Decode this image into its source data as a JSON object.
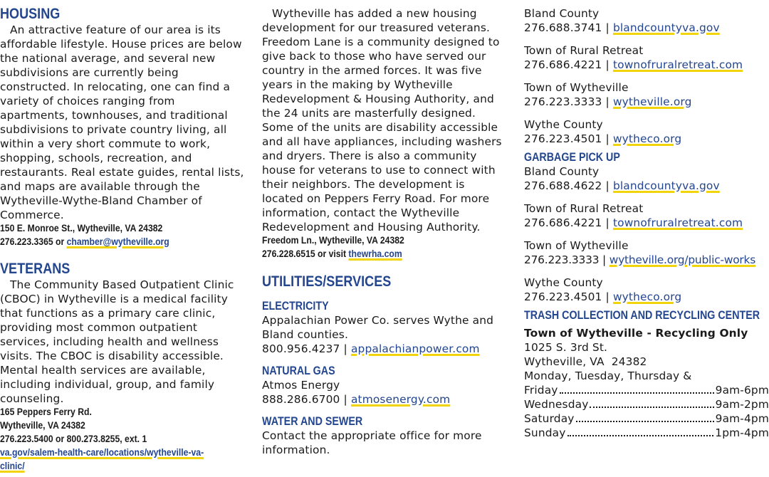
{
  "housing": {
    "heading": "HOUSING",
    "body": "An attractive feature of our area is its affordable lifestyle. House prices are below the national average, and several new subdivisions are currently being constructed. In relocating, one can find a variety of choices ranging from apartments, townhouses, and traditional subdivisions to private country living, all within a very short commute to work, shopping, schools, recreation, and restaurants. Real estate guides, rental lists, and maps are available through the Wytheville-Wythe-Bland Chamber of Commerce.",
    "address": "150 E. Monroe St., Wytheville, VA 24382",
    "phone_prefix": "276.223.3365 or",
    "email": "chamber@wytheville.org"
  },
  "veterans": {
    "heading": "VETERANS",
    "body": "The Community Based Outpatient Clinic (CBOC) in Wytheville is a medical facility that functions as a primary care clinic, providing most common outpatient services, including health and wellness visits. The CBOC is disability accessible. Mental health services are available, including individual, group, and family counseling.",
    "address_line1": "165 Peppers Ferry Rd.",
    "address_line2": "Wytheville, VA 24382",
    "phone": "276.223.5400 or 800.273.8255, ext. 1",
    "url_line1": "va.gov/salem-health-care/locations/wytheville-va-",
    "url_line2": "clinic/"
  },
  "freedom_lane": {
    "body": "Wytheville has added a new housing development for our treasured veterans. Freedom Lane is a community designed to give back to those who have served our country in the armed forces. It was five years in the making by Wytheville Redevelopment & Housing Authority, and the 24 units are masterfully designed. Some of the units are disability accessible and all have appliances, including washers and dryers. There is also a community house for veterans to use to connect with their neighbors. The development is located on Peppers Ferry Road. For more information, contact the Wytheville Redevelopment and Housing Authority.",
    "address": "Freedom Ln., Wytheville, VA 24382",
    "phone_prefix": "276.228.6515 or visit",
    "url": "thewrha.com"
  },
  "utilities": {
    "heading": "UTILITIES/SERVICES",
    "electricity": {
      "heading": "ELECTRICITY",
      "body": "Appalachian Power Co. serves Wythe and Bland counties.",
      "phone": "800.956.4237 |",
      "url": "appalachianpower.com"
    },
    "gas": {
      "heading": "NATURAL GAS",
      "name": "Atmos Energy",
      "phone": "888.286.6700 |",
      "url": "atmosenergy.com"
    },
    "water": {
      "heading": "WATER AND SEWER",
      "body": "Contact the appropriate office for more information."
    }
  },
  "water_contacts": [
    {
      "name": "Bland County",
      "phone": "276.688.3741 |",
      "url": "blandcountyva.gov"
    },
    {
      "name": "Town of Rural Retreat",
      "phone": "276.686.4221 |",
      "url": "townofruralretreat.com"
    },
    {
      "name": "Town of Wytheville",
      "phone": "276.223.3333 |",
      "url": "wytheville.org"
    },
    {
      "name": "Wythe County",
      "phone": "276.223.4501 |",
      "url": "wytheco.org"
    }
  ],
  "garbage": {
    "heading": "GARBAGE PICK UP",
    "contacts": [
      {
        "name": "Bland County",
        "phone": "276.688.4622 |",
        "url": "blandcountyva.gov"
      },
      {
        "name": "Town of Rural Retreat",
        "phone": "276.686.4221 |",
        "url": "townofruralretreat.com"
      },
      {
        "name": "Town of Wytheville",
        "phone": "276.223.3333 |",
        "url": "wytheville.org/public-works"
      },
      {
        "name": "Wythe County",
        "phone": "276.223.4501 |",
        "url": "wytheco.org"
      }
    ]
  },
  "trash": {
    "heading": "TRASH COLLECTION AND RECYCLING CENTER",
    "name": "Town of Wytheville - Recycling Only",
    "address_line1": "1025 S. 3rd St.",
    "address_line2": "Wytheville, VA  24382",
    "days_intro": "Monday, Tuesday, Thursday &",
    "hours": [
      {
        "day": "Friday",
        "time": "9am-6pm"
      },
      {
        "day": "Wednesday",
        "time": "9am-2pm"
      },
      {
        "day": "Saturday",
        "time": "9am-4pm"
      },
      {
        "day": "Sunday",
        "time": "1pm-4pm"
      }
    ]
  },
  "colors": {
    "heading_blue": "#23468f",
    "link_underline_yellow": "#f2d40a"
  }
}
